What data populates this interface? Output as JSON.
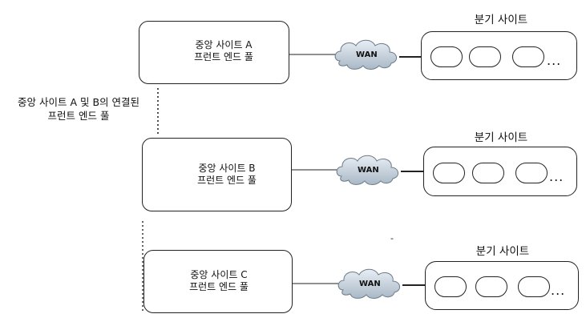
{
  "sites": [
    {
      "id": "a",
      "line1": "중앙 사이트 A",
      "line2": "프런트 엔드 풀",
      "has_servers": true
    },
    {
      "id": "b",
      "line1": "중앙 사이트 B",
      "line2": "프런트 엔드 풀",
      "has_servers": true
    },
    {
      "id": "c",
      "line1": "중앙 사이트 C",
      "line2": "프런트 엔드 풀",
      "has_servers": false
    }
  ],
  "branch_title": "분기 사이트",
  "wan_label": "WAN",
  "ellipsis": "...",
  "paired_caption": {
    "line1": "중앙 사이트 A 및 B의 연결된",
    "line2": "프런트 엔드 풀"
  },
  "stray_mark": "-",
  "icons": {
    "server": "server-stack-icon",
    "cloud": "wan-cloud-icon"
  }
}
